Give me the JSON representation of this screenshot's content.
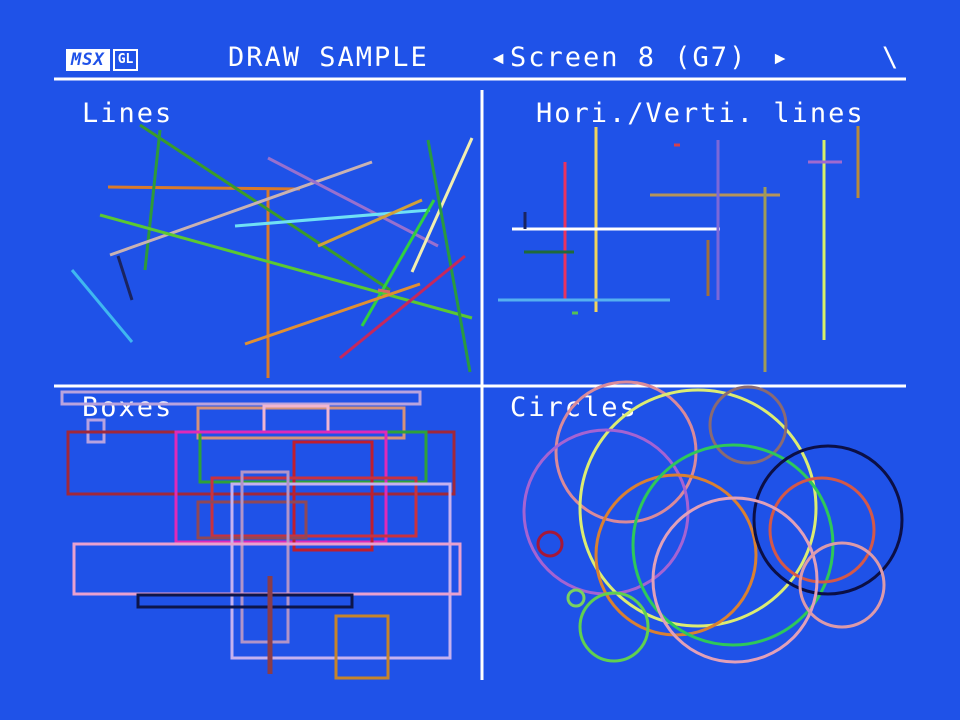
{
  "header": {
    "logo_main": "MSX",
    "logo_badge": "GL",
    "title": "DRAW SAMPLE",
    "screen_prev_arrow": "◂",
    "screen_label": "Screen 8 (G7)",
    "screen_next_arrow": "▸",
    "spinner": "\\"
  },
  "panels": {
    "lines": "Lines",
    "hv_lines": "Hori./Verti. lines",
    "boxes": "Boxes",
    "circles": "Circles"
  },
  "colors": {
    "background": "#1f52e8",
    "divider": "#ffffff"
  }
}
